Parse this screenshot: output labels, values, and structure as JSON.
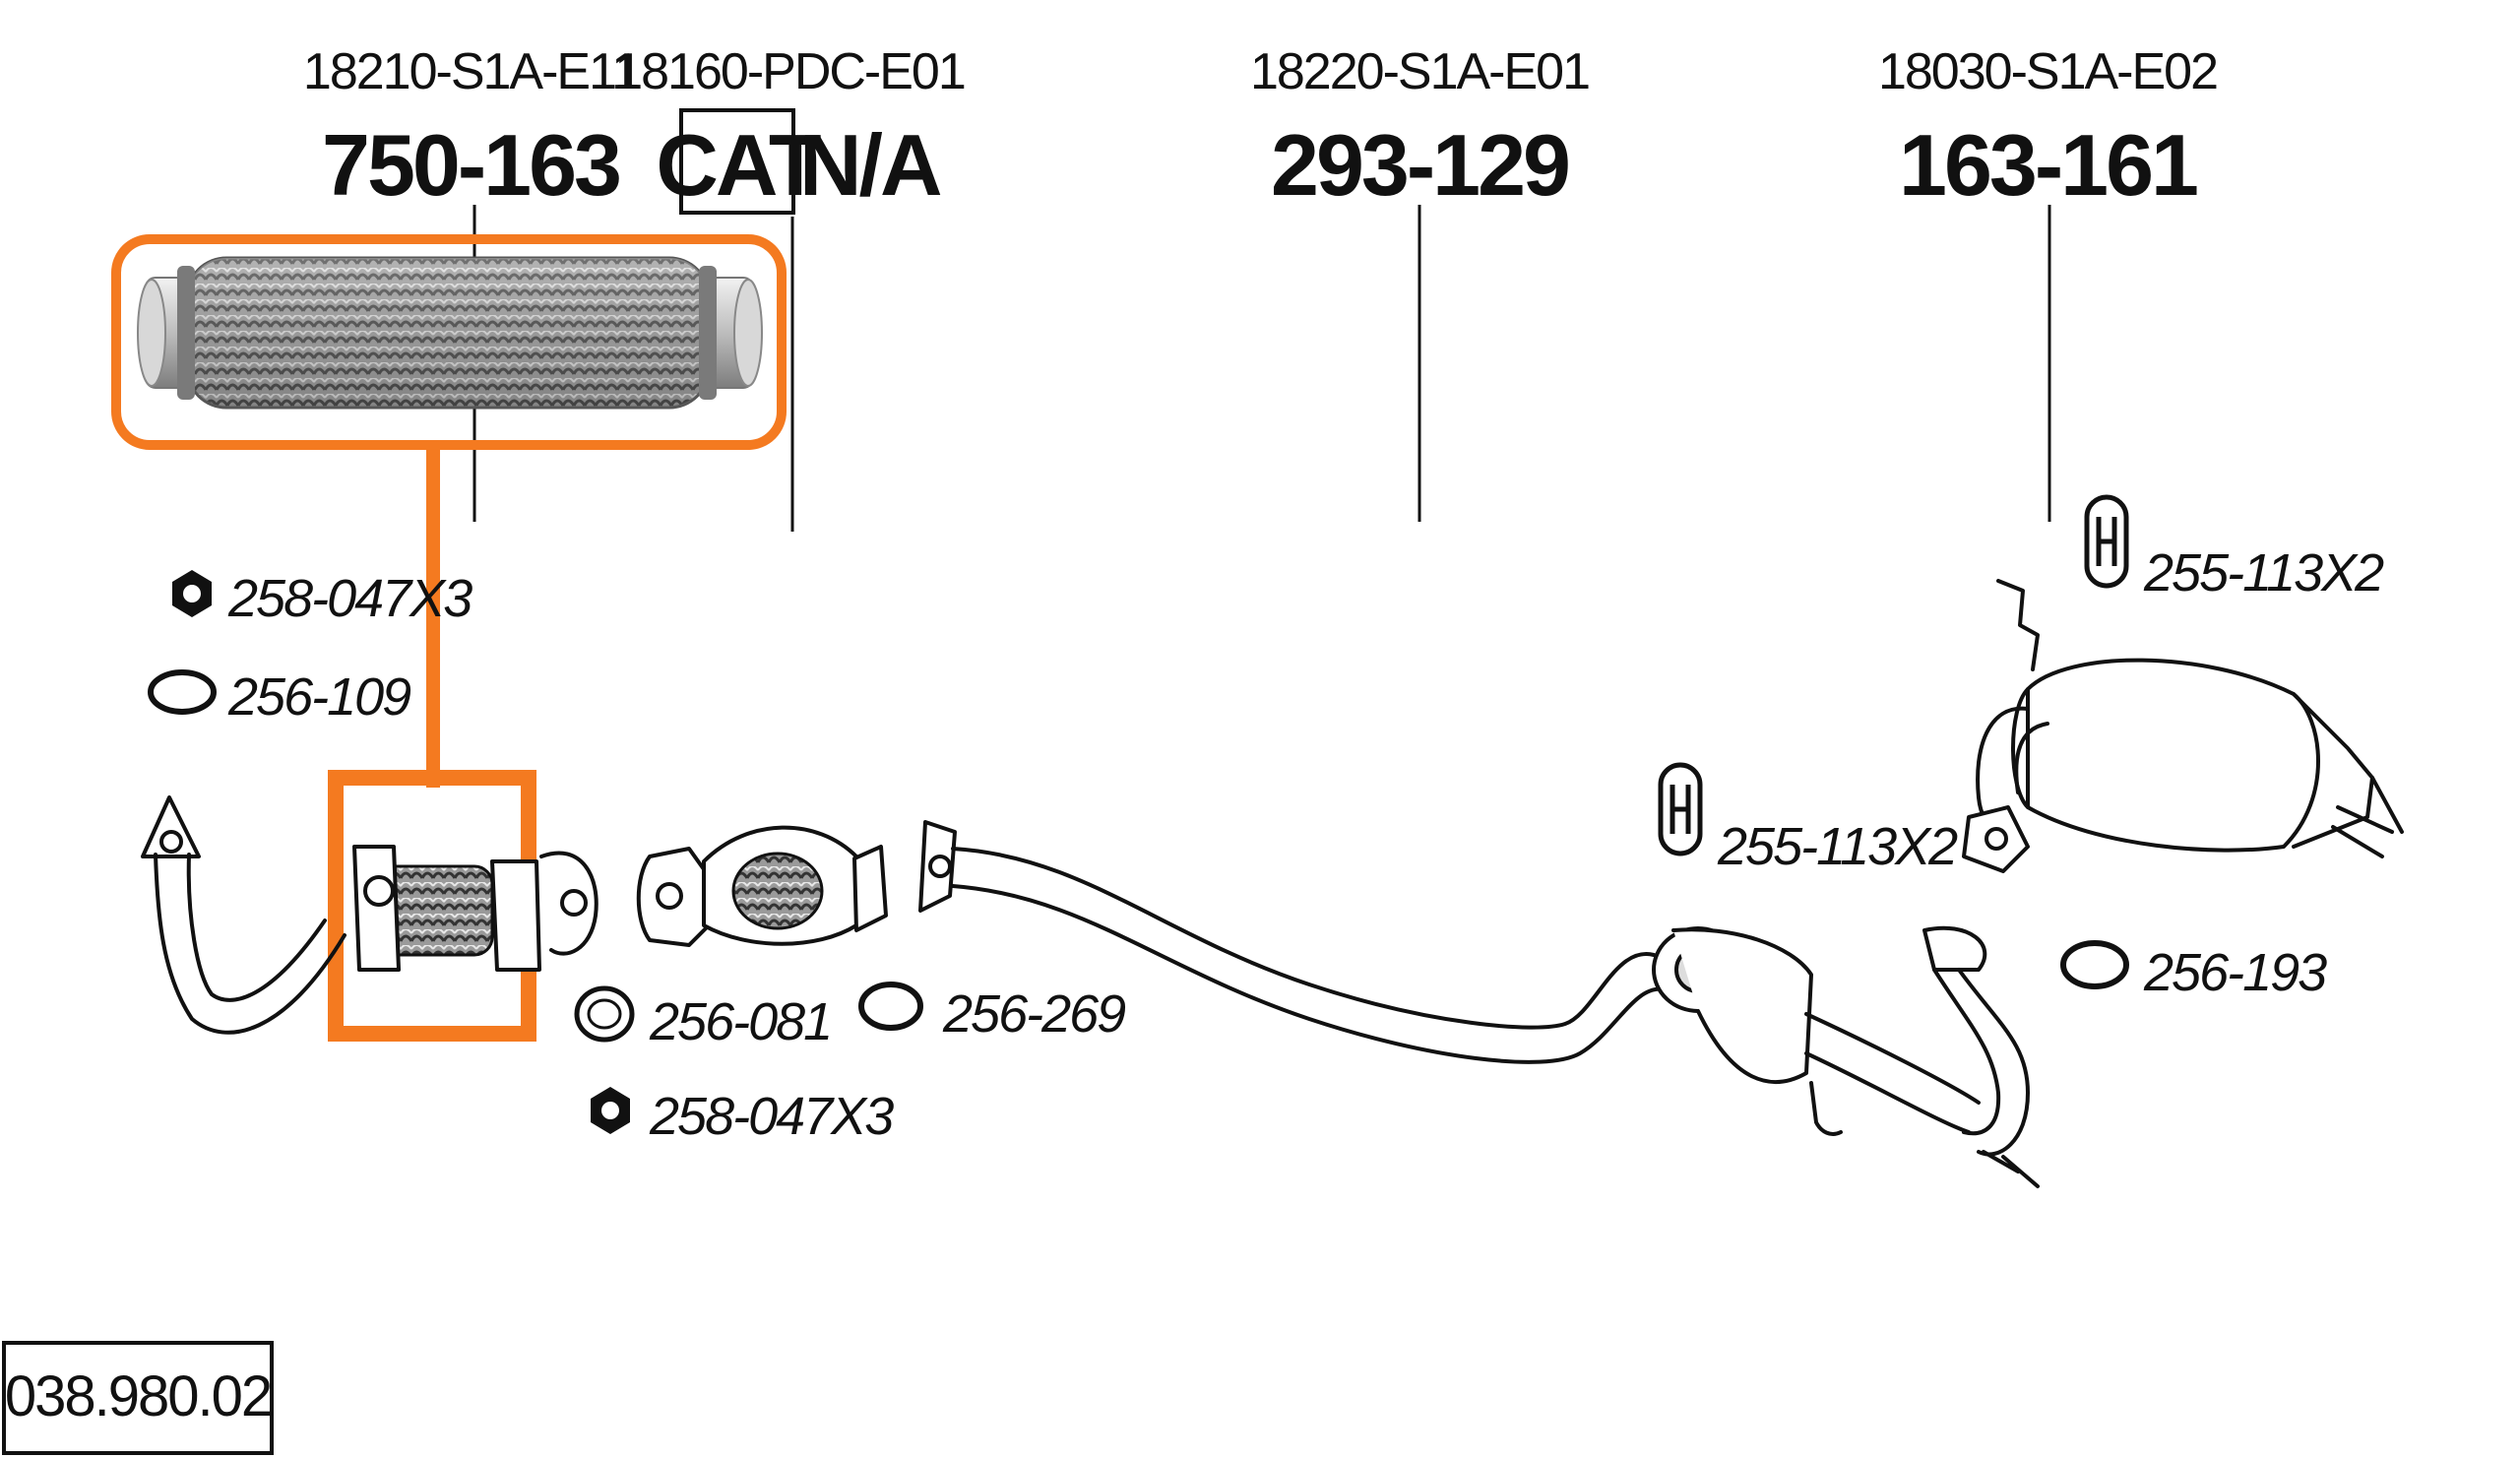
{
  "parts": [
    {
      "oem": "18210-S1A-E11",
      "ref": "750-163"
    },
    {
      "oem": "18160-PDC-E01",
      "ref_box": "CAT",
      "ref": "N/A"
    },
    {
      "oem": "18220-S1A-E01",
      "ref": "293-129"
    },
    {
      "oem": "18030-S1A-E02",
      "ref": "163-161"
    }
  ],
  "accessories": [
    {
      "label": "258-047X3",
      "icon": "nut-icon"
    },
    {
      "label": "256-109",
      "icon": "gasket-ring-icon"
    },
    {
      "label": "256-081",
      "icon": "gasket-round-icon"
    },
    {
      "label": "258-047X3",
      "icon": "nut-icon"
    },
    {
      "label": "256-269",
      "icon": "gasket-ring-icon"
    },
    {
      "label": "255-113X2",
      "icon": "rubber-hanger-icon"
    },
    {
      "label": "255-113X2",
      "icon": "rubber-hanger-icon"
    },
    {
      "label": "256-193",
      "icon": "gasket-ring-icon"
    }
  ],
  "diagram_code": "038.980.02",
  "colors": {
    "highlight": "#F47A20",
    "ink": "#111111",
    "metal": "#c8c8c8"
  }
}
